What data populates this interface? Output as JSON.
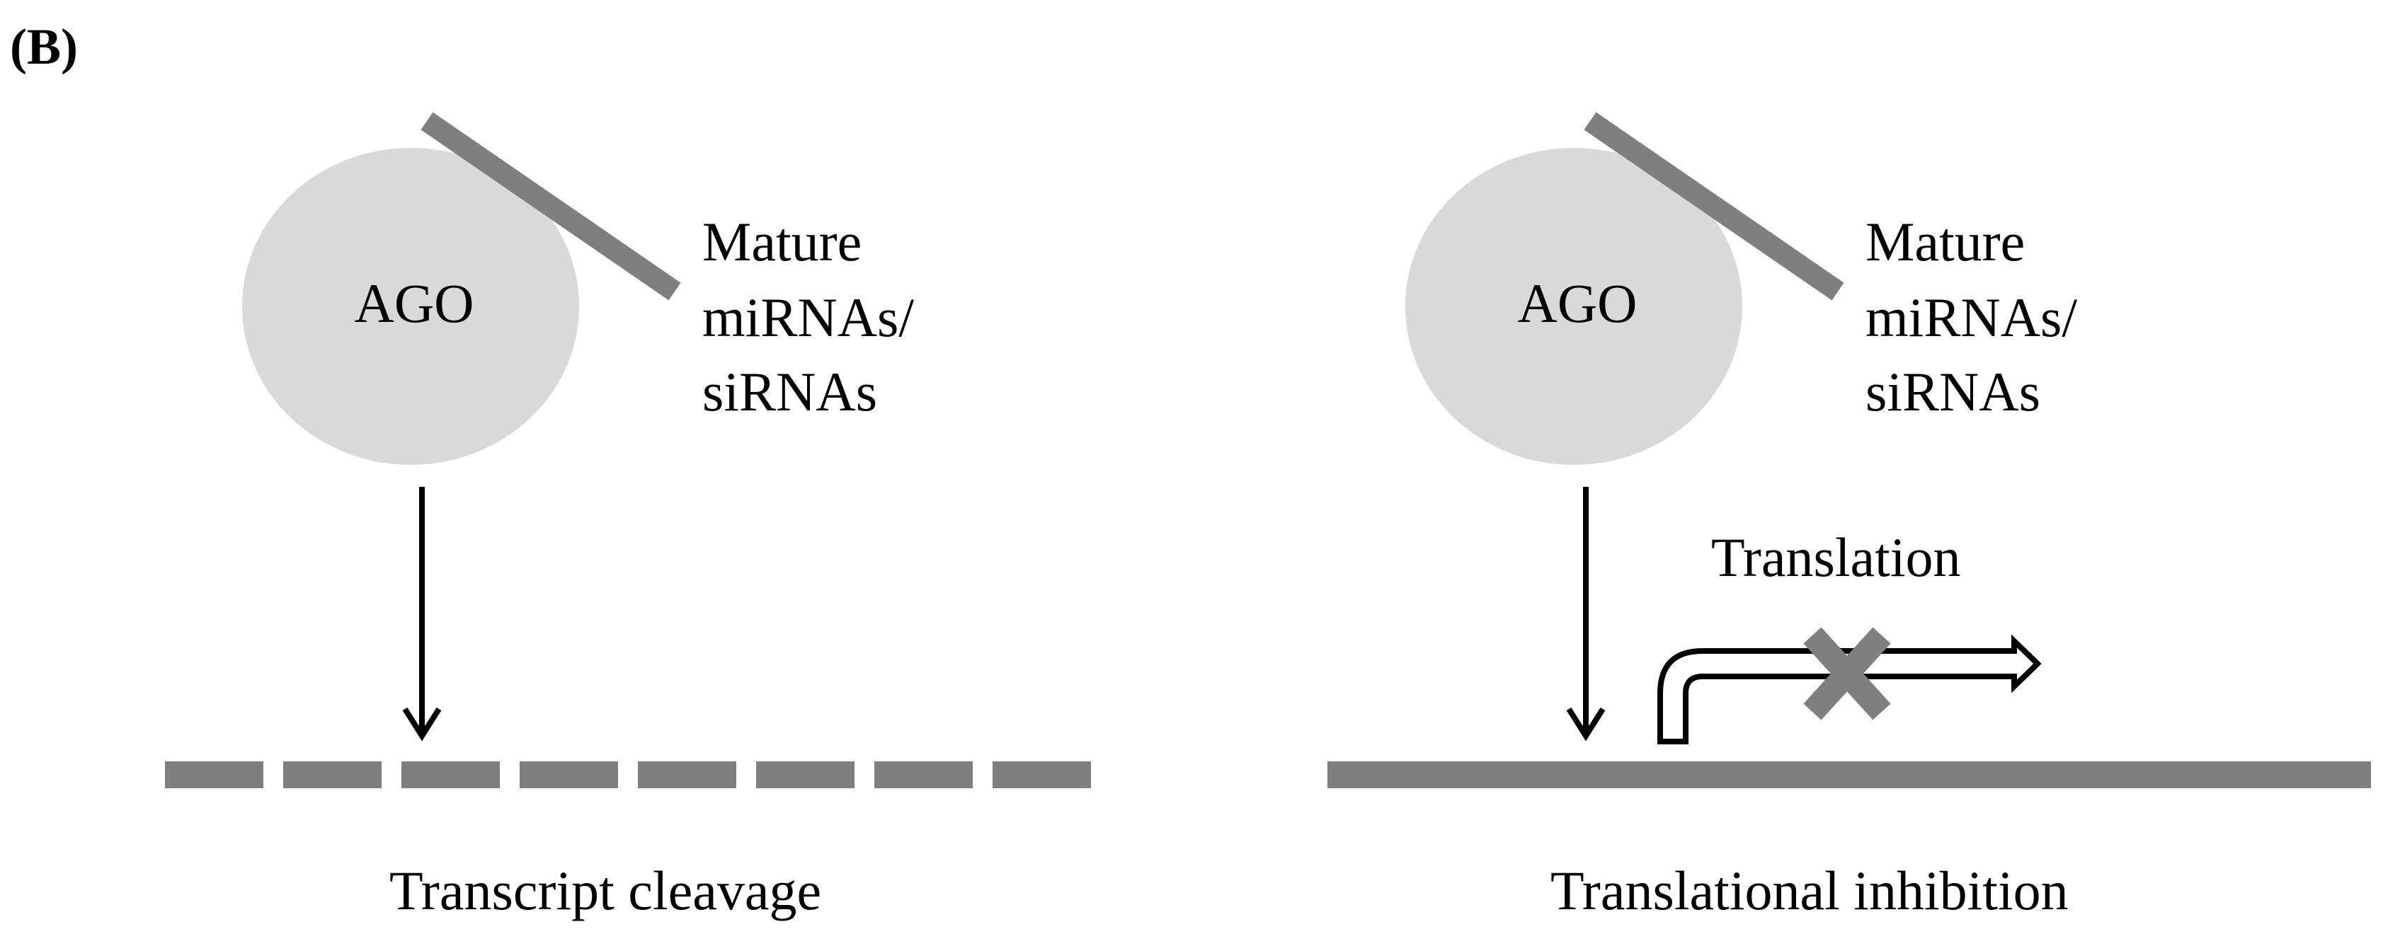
{
  "panel_label": "(B)",
  "left_panel": {
    "complex_label": "AGO",
    "rna_label_lines": [
      "Mature",
      "miRNAs/",
      "siRNAs"
    ],
    "caption": "Transcript cleavage"
  },
  "right_panel": {
    "complex_label": "AGO",
    "rna_label_lines": [
      "Mature",
      "miRNAs/",
      "siRNAs"
    ],
    "process_label": "Translation",
    "caption": "Translational inhibition"
  },
  "colors": {
    "ago_fill": "#d9d9d9",
    "rna_strand": "#7f7f7f",
    "arrow": "#000000",
    "cross": "#7f7f7f"
  },
  "icons": {
    "blocked_marker": "x-cross-icon",
    "translation_arrow": "bent-arrow-icon"
  }
}
